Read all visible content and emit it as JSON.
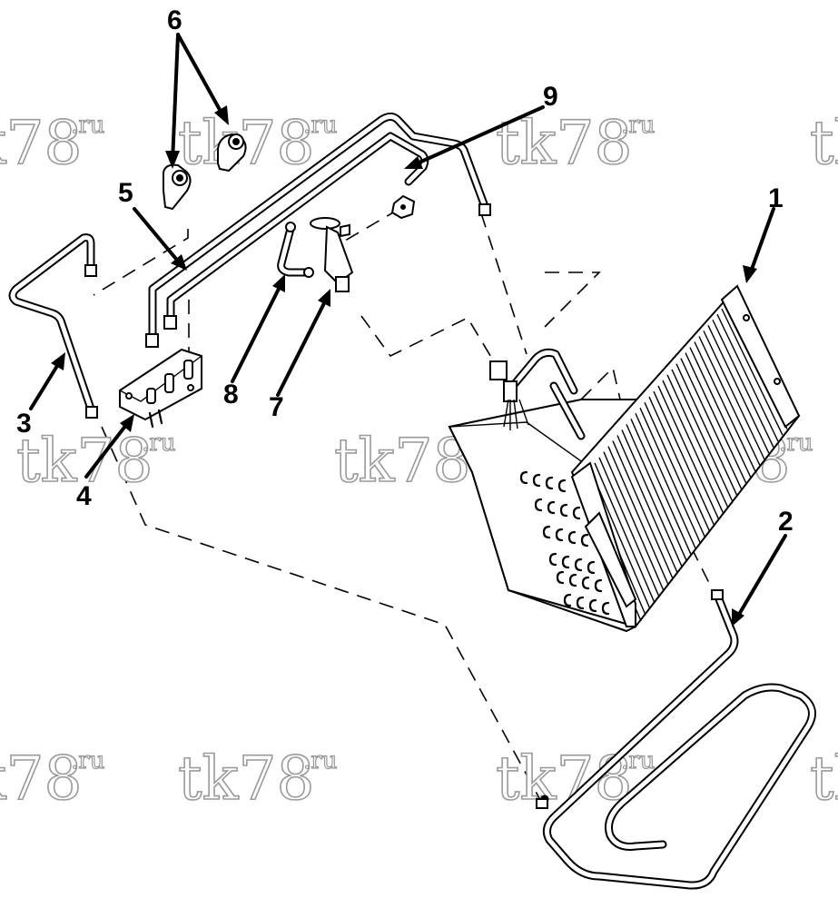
{
  "watermark": {
    "text": "tk78",
    "suffix": ".ru"
  },
  "callouts": [
    {
      "id": "1",
      "label": "1"
    },
    {
      "id": "2",
      "label": "2"
    },
    {
      "id": "3",
      "label": "3"
    },
    {
      "id": "4",
      "label": "4"
    },
    {
      "id": "5",
      "label": "5"
    },
    {
      "id": "6",
      "label": "6"
    },
    {
      "id": "7",
      "label": "7"
    },
    {
      "id": "8",
      "label": "8"
    },
    {
      "id": "9",
      "label": "9"
    }
  ]
}
